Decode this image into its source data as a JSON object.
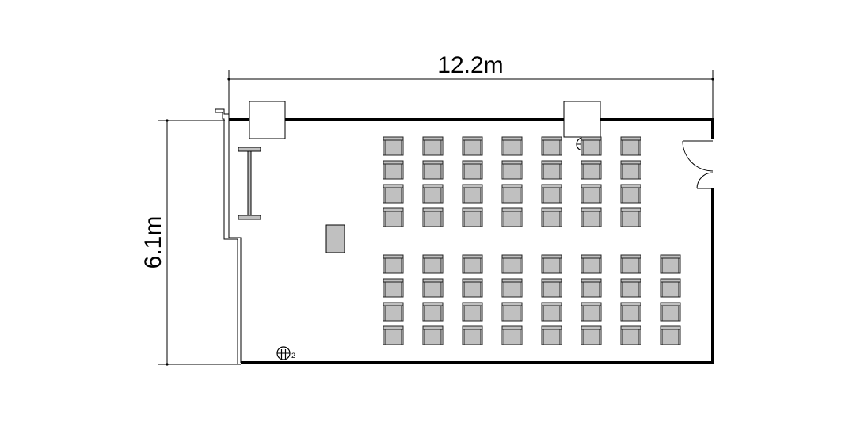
{
  "width_label": "12.2m",
  "height_label": "6.1m",
  "outlet_label": "2",
  "colors": {
    "wall": "#000000",
    "chair_fill": "#c0c0c0",
    "chair_stroke": "#202020",
    "line": "#000000",
    "background": "#ffffff"
  },
  "seating": {
    "upper_block": {
      "rows": 4,
      "columns": 7
    },
    "lower_block": {
      "rows": 4,
      "columns": 8
    }
  },
  "icons": [
    "door-swing-icon",
    "power-outlet-icon",
    "whiteboard-icon",
    "podium-icon",
    "pillar-icon"
  ]
}
